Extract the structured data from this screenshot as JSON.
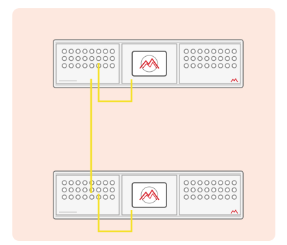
{
  "diagram": {
    "background_color": "#fde8df",
    "unit_fill": "#f1f1f1",
    "unit_stroke": "#707070",
    "port_color": "#8a8a8a",
    "cable_color": "#f5e12a",
    "logo_color": "#d8262f",
    "units": [
      {
        "name": "top-unit",
        "left_port_grid": {
          "rows": 3,
          "cols": 8
        },
        "right_port_grid": {
          "rows": 3,
          "cols": 8
        },
        "center_icon": "mountain-logo-icon",
        "corner_icon": "small-logo-icon"
      },
      {
        "name": "bottom-unit",
        "left_port_grid": {
          "rows": 3,
          "cols": 8
        },
        "right_port_grid": {
          "rows": 3,
          "cols": 8
        },
        "center_icon": "mountain-logo-icon",
        "corner_icon": "small-logo-icon"
      }
    ],
    "cables": [
      "top-loop-cable",
      "bottom-loop-cable",
      "inter-unit-cable"
    ]
  }
}
